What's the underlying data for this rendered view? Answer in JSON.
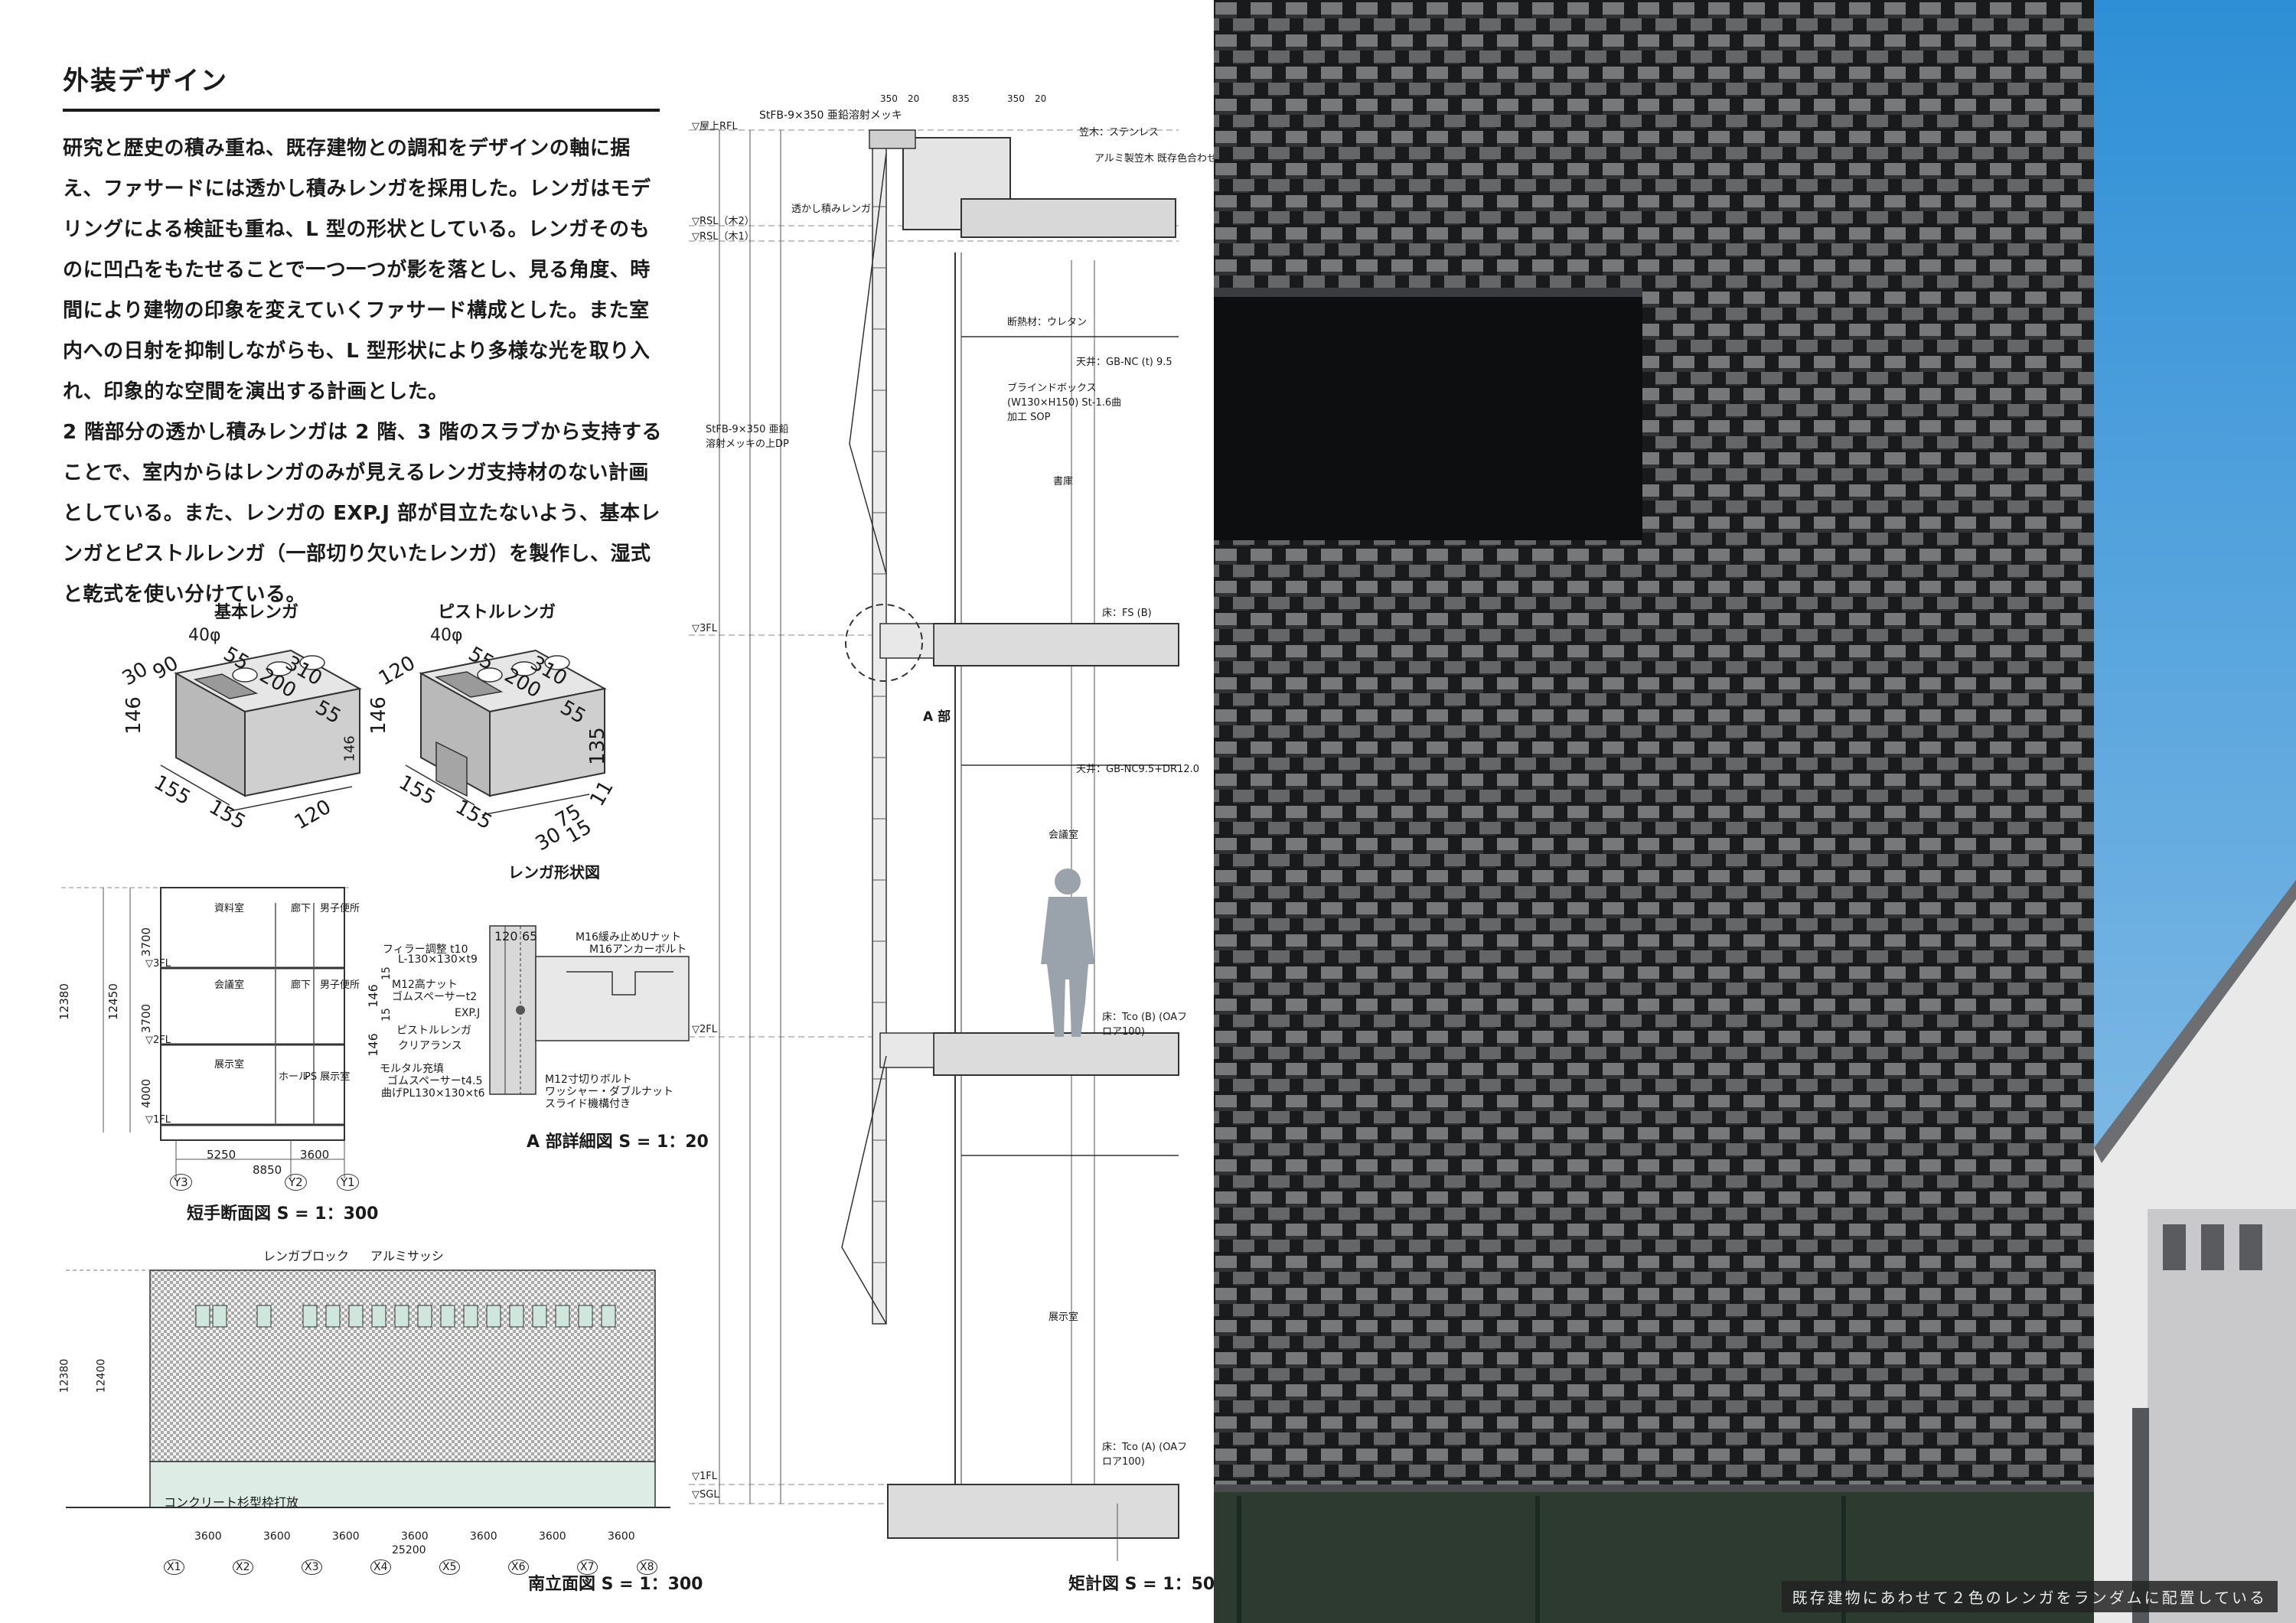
{
  "title": "外装デザイン",
  "body": [
    "研究と歴史の積み重ね、既存建物との調和をデザインの軸に据え、ファサードには透かし積みレンガを採用した。レンガはモデリングによる検証も重ね、L 型の形状としている。レンガそのものに凹凸をもたせることで一つ一つが影を落とし、見る角度、時間により建物の印象を変えていくファサード構成とした。また室内への日射を抑制しながらも、L 型形状により多様な光を取り入れ、印象的な空間を演出する計画とした。",
    "2 階部分の透かし積みレンガは 2 階、3 階のスラブから支持することで、室内からはレンガのみが見えるレンガ支持材のない計画としている。また、レンガの EXP.J 部が目立たないよう、基本レンガとピストルレンガ（一部切り欠いたレンガ）を製作し、湿式と乾式を使い分けている。"
  ],
  "brick_diagram": {
    "basic_label": "基本レンガ",
    "pistol_label": "ピストルレンガ",
    "hole_basic": "40φ",
    "hole_pistol": "40φ",
    "basic_dims": [
      "30",
      "90",
      "55",
      "310",
      "200",
      "55",
      "146",
      "146",
      "155",
      "155",
      "120"
    ],
    "pistol_dims": [
      "120",
      "55",
      "310",
      "200",
      "55",
      "146",
      "135",
      "155",
      "155",
      "75",
      "11",
      "30",
      "15"
    ],
    "caption": "レンガ形状図"
  },
  "section_caption": "短手断面図 S = 1：300",
  "section_labels": {
    "dims_bottom": [
      "5250",
      "3600",
      "8850"
    ],
    "grid": [
      "Y3",
      "Y2",
      "Y1"
    ],
    "height": "12450",
    "total_height": "12380",
    "floors": [
      "3700",
      "3700",
      "4000"
    ],
    "levels": [
      "▽3FL",
      "▽2FL",
      "▽1FL"
    ],
    "rooms": [
      "資料室",
      "廊下",
      "男子便所",
      "会議室",
      "廊下",
      "男子便所",
      "展示室",
      "ホール",
      "PS 展示室"
    ]
  },
  "detail_caption": "A 部詳細図 S = 1：20",
  "detail_labels": [
    "フィラー調整 t10",
    "L-130×130×t9",
    "M12高ナット",
    "ゴムスペーサーt2",
    "EXP.J",
    "ピストルレンガ",
    "クリアランス",
    "モルタル充填",
    "ゴムスペーサーt4.5",
    "曲げPL130×130×t6",
    "M16緩み止めUナット",
    "M16アンカーボルト",
    "M12寸切りボルト",
    "ワッシャー・ダブルナット",
    "スライド機構付き",
    "120",
    "65",
    "146",
    "146",
    "15",
    "15"
  ],
  "elevation_caption": "南立面図 S = 1：300",
  "elevation_labels": {
    "brick": "レンガブロック",
    "sash": "アルミサッシ",
    "concrete": "コンクリート杉型枠打放",
    "spans": [
      "3600",
      "3600",
      "3600",
      "3600",
      "3600",
      "3600",
      "3600"
    ],
    "total": "25200",
    "grid": [
      "X1",
      "X2",
      "X3",
      "X4",
      "X5",
      "X6",
      "X7",
      "X8"
    ],
    "height": "12400",
    "total_height": "12380"
  },
  "wall_section_caption": "矩計図 S = 1：50",
  "wall_section_labels": {
    "top": [
      "StFB-9×350 亜鉛溶射メッキ",
      "350",
      "20",
      "835",
      "350",
      "20"
    ],
    "levels": [
      "▽屋上RFL",
      "▽RSL（木2）",
      "▽RSL（木1）",
      "▽3FL",
      "▽2FL",
      "▽1FL",
      "▽SGL"
    ],
    "notes": [
      "笠木：ステンレス",
      "アルミ製笠木 既存色合わせ",
      "断熱材：ウレタン",
      "ブラインドボックス (W130×H150) St-1.6曲加工 SOP",
      "天井：GB-NC (t) 9.5",
      "天井：GB-NC9.5+DR12.0",
      "床：FS (B)",
      "床：Tco (B) (OAフロア100)",
      "床：Tco (A) (OAフロア100)",
      "StFB-9×350 亜鉛溶射メッキの上DP",
      "透かし積みレンガ",
      "書庫",
      "会議室",
      "展示室",
      "A 部"
    ],
    "rooms": [
      "書庫",
      "会議室",
      "展示室"
    ]
  },
  "photo_caption": "既存建物にあわせて２色のレンガをランダムに配置している",
  "colors": {
    "text": "#1a1a1a",
    "brick_face": "#cfcfcf",
    "photo_bg": "#2a2a2a",
    "sky": "#2e8fd6"
  }
}
